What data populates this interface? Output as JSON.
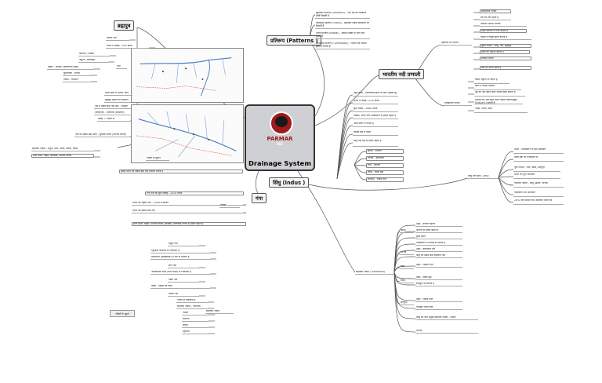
{
  "central": {
    "brand": "PARMAR",
    "brand_sub": "SSC",
    "title": "Drainage System"
  },
  "topics": {
    "brahmaputra": "ब्रह्मपुत्र",
    "patterns": "प्रतिरूप (Patterns )",
    "indian_river_system": "भारतीय नदी प्रणाली",
    "indus": "सिंधु (Indus )",
    "ganga": "गंगा"
  },
  "left_leaves": [
    "प्राचीन नाम",
    "भारत में लंबाई : 916 किमी",
    "त्सांगपो / तिब्बत",
    "जमुना / बांग्लादेश",
    "दिबांग - लोहित (अरुणाचल प्रदेश)",
    "सुबनसिरी - मानस",
    "तिस्ता - धनसिरी",
    "भारत बारा में (उत्तरी भाग)",
    "ब्रह्मपुत्र बेसिन का क्षेत्रफल",
    "नदी में सबसे बड़ा नदी द्वीप - माजुली द्वीप",
    "अलकनंदा - भागीरथी (देवप्रयाग)",
    "प्रवाह = गंगोत्री से",
    "नदी का सबसे बड़ा डेल्टा - सुंदरबन डेल्टा (पश्चिम बंगाल)",
    "सहायक नदियाँ : यमुना, सोन, गंडक, घाघरा, कोसी",
    "उत्तर प्रदेश, बिहार, झारखंड, पश्चिम बंगाल",
    "इससे भारत की सबसे बड़ी नदी प्रणाली बनती है",
    "गंगा नदी की कुल लंबाई - 2525 किमी",
    "भारत की राष्ट्रीय नदी - 2008 में घोषित",
    "भारत की सबसे लंबी नदी",
    "उत्तर प्रदेश, बिहार, पश्चिम बंगाल, झारखंड, उत्तराखंड राज्यों से होकर बहती है",
    "यमुना नदी",
    "यमुनोत्री ग्लेशियर से निकलती है",
    "प्रयागराज (इलाहाबाद) में गंगा से मिलती है",
    "सोन नदी",
    "अमरकंटक पठार (मध्य प्रदेश) से निकलती है",
    "गंडक नदी",
    "कोसी - बिहार का शोक",
    "घाघरा नदी",
    "नेपाल से निकलती है",
    "सहायक नदियाँ - करनाली, शारदा",
    "गोमती",
    "रामगंगा",
    "शारदा",
    "महानंदा"
  ],
  "left_labels": {
    "brahmaputra_names": "नाम",
    "gangotri": "गंगोत्री",
    "ganga_tributaries": "सहायक नदियाँ",
    "note": "नदियों के मुहाने"
  },
  "pattern_leaves": [
    "वृक्षाकार प्रतिरूप (Dendritic) - नदी पेड़ की शाखाओं जैसी दिखती है",
    "जालीनुमा प्रतिरूप (Trellis) - सहायक नदियाँ समकोण पर मिलती हैं",
    "अरीय प्रतिरूप (Radial) - केंद्रीय शिखर से चारों ओर बहती हैं",
    "अभिकेंद्री प्रतिरूप (Centripetal) - नदियाँ एक केंद्रीय झील में गिरती हैं"
  ],
  "system_labels": {
    "himalayan": "हिमालय की नदियाँ",
    "peninsular": "प्रायद्वीपीय नदियाँ"
  },
  "system_leaves": [
    "बारहमासी नदियाँ",
    "वर्ष भर जल रहता है",
    "अपरदन क्षमता अधिक",
    "गहरी घाटियाँ व गॉर्ज बनाती हैं",
    "विसर्प व गोखुर झील बनाती हैं",
    "मुख्य नदियाँ - सिंधु, गंगा, ब्रह्मपुत्र",
    "डेल्टा का निर्माण करती हैं",
    "मौसमी नदियाँ",
    "वर्षा पर निर्भर रहती हैं",
    "कठोर चट्टानों पर बहती हैं",
    "छोटी व उथली घाटियाँ",
    "पूर्व की ओर बहने वाली नदियाँ डेल्टा बनाती हैं",
    "पश्चिम की ओर बहने वाली नदियाँ ज्वारनदमुख (Estuary) बनाती हैं",
    "नर्मदा, ताप्ती, माही"
  ],
  "indus_label": "सिंधु जल संधि, 1960",
  "indus_right": [
    "भारत - पाकिस्तान के बीच हस्ताक्षर",
    "विश्व बैंक की मध्यस्थता से",
    "पूर्वी नदियाँ - रावी, ब्यास, सतलुज",
    "भारत को पूर्ण अधिकार",
    "पश्चिमी नदियाँ - सिंधु, झेलम, चिनाब",
    "पाकिस्तान को अधिकार",
    "20% जल उपयोग का अधिकार भारत को"
  ],
  "indus_left": [
    "उद्गम स्थल - मानसरोवर झील के पास (बोखर चू)",
    "भारत में लंबाई 1114 किमी",
    "कुल लंबाई - 2880 किमी",
    "तिब्बत, भारत और पाकिस्तान से होकर बहती है",
    "अरब सागर में गिरती है",
    "लद्दाख क्षेत्र में प्रवेश",
    "सिंधु नदी लेह से होकर बहती है"
  ],
  "indus_trib_label": "सहायक नदियाँ (Tributaries)",
  "indus_tribs": [
    "झेलम - वेरीनाग",
    "चिनाब - बारालाचा",
    "रावी - रोहतांग",
    "ब्यास - ब्यास कुंड",
    "सतलुज - राकस ताल"
  ],
  "lower_tribs": [
    "झेलम",
    "उद्गम - वेरीनाग झरना",
    "श्रीनगर से होकर बहती है",
    "वुलर झील",
    "पाकिस्तान में चिनाब से मिलती है",
    "चिनाब",
    "उद्गम - बारालाचा दर्रा",
    "सिंधु की सबसे बड़ी सहायक नदी",
    "रावी",
    "उद्गम - रोहतांग दर्रा",
    "ब्यास",
    "उद्गम - ब्यास कुंड",
    "सतलुज से मिलती है",
    "सतलुज",
    "उद्गम - राकस ताल",
    "भाखड़ा नांगल बाँध",
    "सिंधु की पाँच प्रमुख सहायक नदियाँ - पंजाब",
    "पंचनद"
  ],
  "sticker": "नदियों के मुहाने"
}
